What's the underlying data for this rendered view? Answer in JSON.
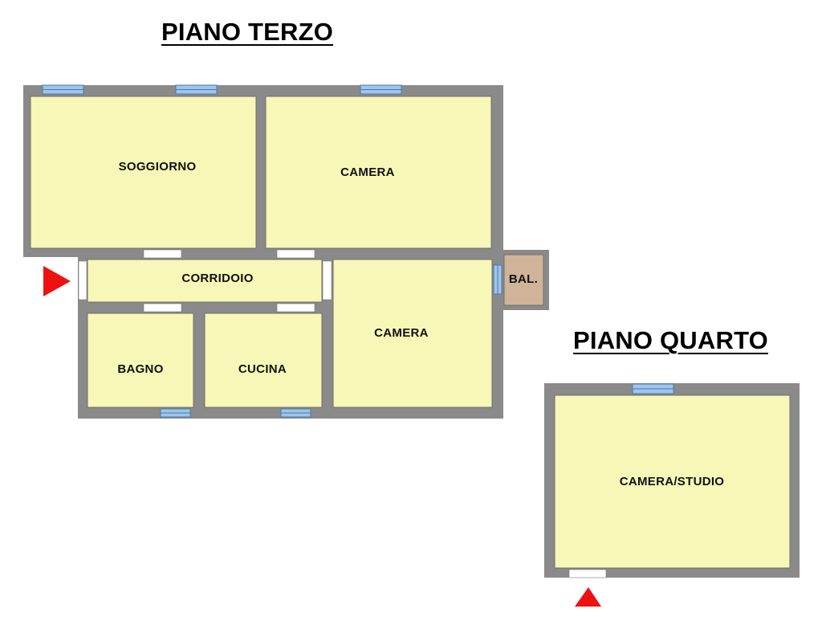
{
  "floors": {
    "terzo": {
      "title": "PIANO TERZO",
      "rooms": {
        "soggiorno": "SOGGIORNO",
        "camera1": "CAMERA",
        "corridoio": "CORRIDOIO",
        "camera2": "CAMERA",
        "bagno": "BAGNO",
        "cucina": "CUCINA",
        "balcone": "BAL."
      }
    },
    "quarto": {
      "title": "PIANO QUARTO",
      "rooms": {
        "camera_studio": "CAMERA/STUDIO"
      }
    }
  },
  "colors": {
    "wall": "#8a8a8a",
    "room_fill": "#f7f7b7",
    "balcony_fill": "#cfb49a",
    "window": "#9ec6ec",
    "door": "#ffffff",
    "entrance_arrow": "#ee1111"
  }
}
